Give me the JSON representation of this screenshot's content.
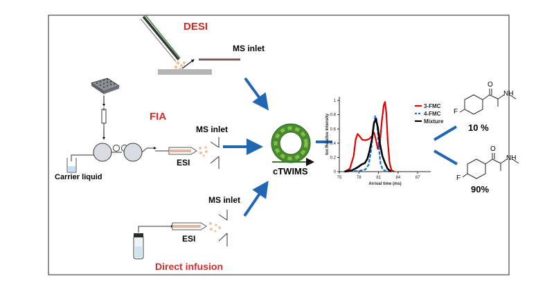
{
  "colors": {
    "red_label": "#d42a2a",
    "arrow_blue": "#2166b3",
    "ring_green": "#4a8b2c",
    "series_3fmc": "#e00000",
    "series_4fmc": "#1a6fd6",
    "series_mixture": "#000000"
  },
  "labels": {
    "desi": "DESI",
    "ms_inlet_desi": "MS inlet",
    "fia": "FIA",
    "ms_inlet_fia": "MS inlet",
    "esi_fia": "ESI",
    "carrier_liquid": "Carrier liquid",
    "ms_inlet_direct": "MS inlet",
    "esi_direct": "ESI",
    "direct_infusion": "Direct infusion",
    "ctwims": "cTWIMS",
    "pct_top": "10 %",
    "pct_bottom": "90%",
    "struct_top_F": "F",
    "struct_top_O": "O",
    "struct_top_NH": "NH",
    "struct_bottom_F": "F",
    "struct_bottom_O": "O",
    "struct_bottom_NH": "NH"
  },
  "icons": [
    "nozzle-icon",
    "well-plate-icon",
    "syringe-icon",
    "valve-icon",
    "coil-icon",
    "vial-icon",
    "ring-arrow-icon"
  ],
  "chart_data": {
    "type": "line",
    "xlabel": "Arrival time (ms)",
    "ylabel": "Ion Relative Intensity",
    "xlim": [
      75,
      89
    ],
    "ylim": [
      0,
      1.05
    ],
    "xticks": [
      75,
      78,
      81,
      84,
      87
    ],
    "xtick_labels": [
      "75",
      "78",
      "81",
      "84",
      "87"
    ],
    "yticks": [
      0,
      0.2,
      0.4,
      0.6,
      0.8,
      1
    ],
    "ytick_labels": [
      "0",
      "0.2",
      "0.4",
      "0.6",
      "0.8",
      "1"
    ],
    "legend_position": "top-right",
    "series": [
      {
        "name": "3-FMC",
        "color": "#e00000",
        "dash": "solid",
        "x": [
          75.8,
          76.6,
          77.2,
          77.5,
          77.8,
          78.1,
          78.5,
          79.0,
          79.6,
          80.0,
          80.3,
          80.6,
          80.9,
          81.2,
          81.5,
          81.8,
          82.0,
          82.2,
          82.4,
          82.7,
          83.0,
          83.4
        ],
        "y": [
          0.0,
          0.04,
          0.22,
          0.45,
          0.53,
          0.5,
          0.45,
          0.44,
          0.46,
          0.5,
          0.55,
          0.45,
          0.32,
          0.4,
          0.7,
          0.93,
          0.98,
          0.82,
          0.45,
          0.12,
          0.02,
          0.0
        ]
      },
      {
        "name": "4-FMC",
        "color": "#1a6fd6",
        "dash": "dashed",
        "x": [
          75.8,
          78.0,
          79.0,
          79.5,
          79.9,
          80.2,
          80.5,
          80.7,
          80.9,
          81.1,
          81.3,
          81.6,
          82.0,
          82.6
        ],
        "y": [
          0.0,
          0.01,
          0.03,
          0.1,
          0.32,
          0.62,
          0.78,
          0.74,
          0.55,
          0.3,
          0.12,
          0.04,
          0.01,
          0.0
        ]
      },
      {
        "name": "Mixture",
        "color": "#000000",
        "dash": "solid",
        "x": [
          75.8,
          77.0,
          77.8,
          78.4,
          78.9,
          79.3,
          79.6,
          80.0,
          80.3,
          80.6,
          80.9,
          81.2,
          81.6,
          82.0,
          82.4,
          82.9
        ],
        "y": [
          0.0,
          0.02,
          0.06,
          0.1,
          0.12,
          0.18,
          0.28,
          0.45,
          0.68,
          0.74,
          0.62,
          0.4,
          0.22,
          0.12,
          0.04,
          0.0
        ]
      }
    ]
  }
}
